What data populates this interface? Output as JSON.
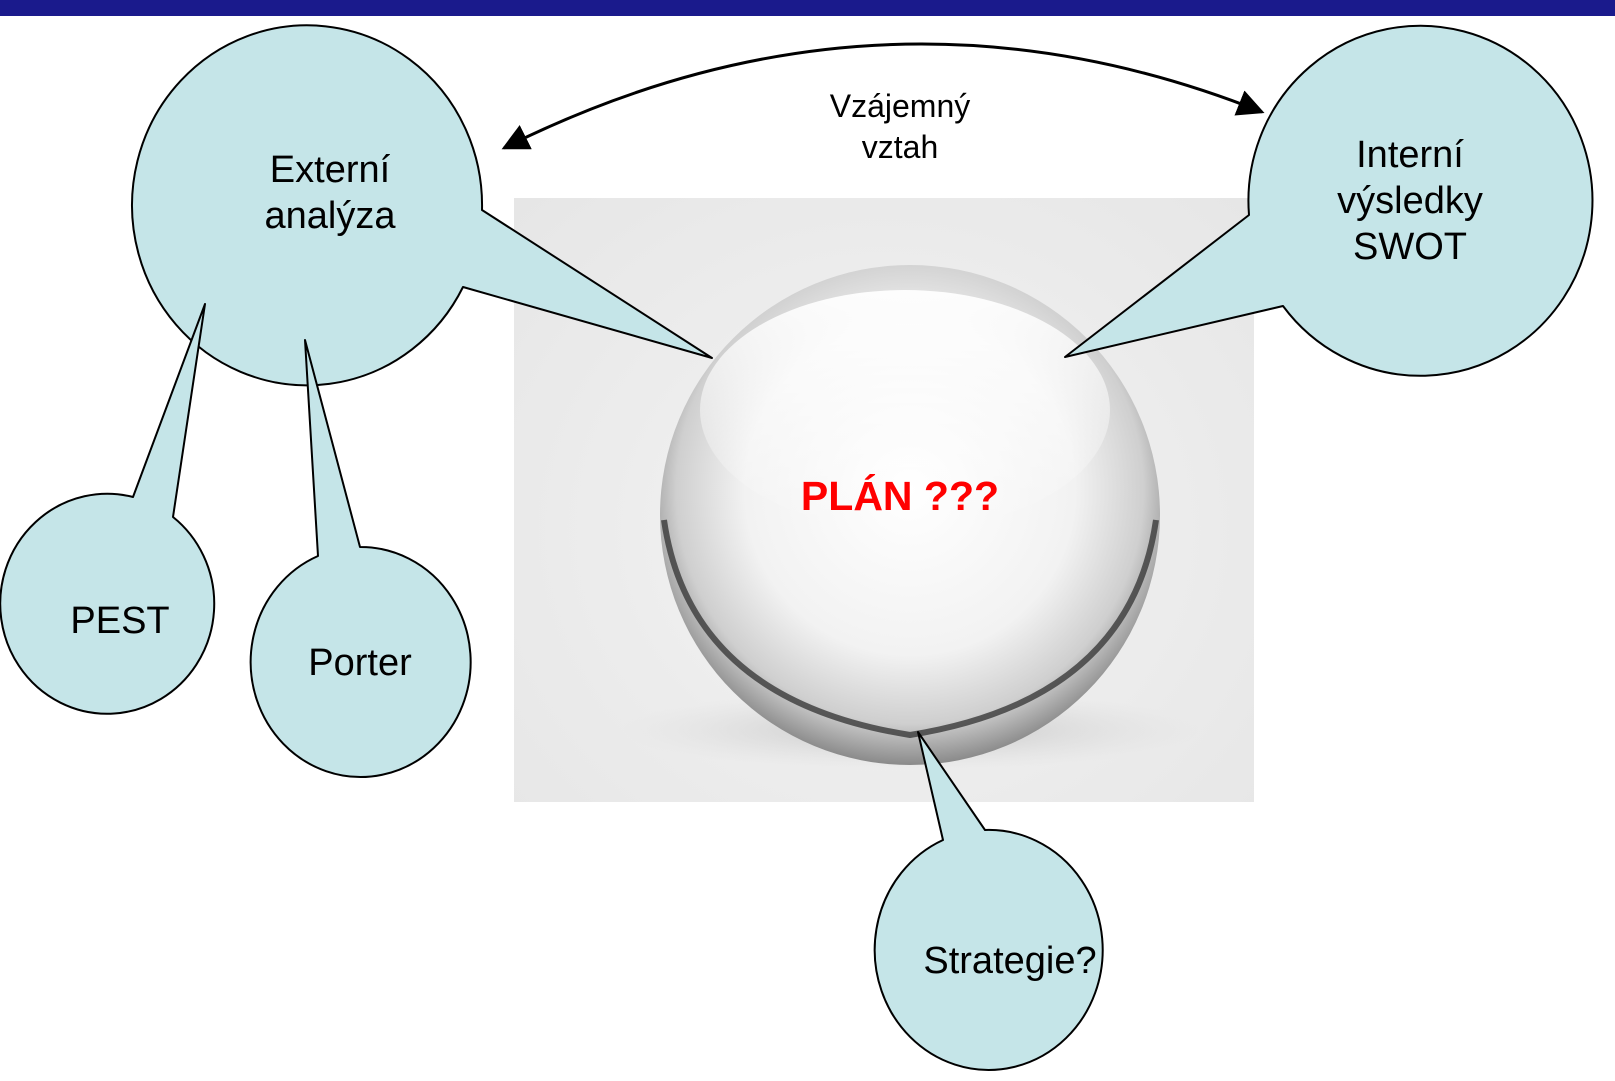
{
  "colors": {
    "header_bar": "#1a1a8c",
    "bubble_fill": "#c5e5e8",
    "bubble_stroke": "#000000",
    "plan_text": "#ff0000"
  },
  "center": {
    "label": "PLÁN ???",
    "image": "crystal-ball"
  },
  "arrow_label": {
    "line1": "Vzájemný",
    "line2": "vztah"
  },
  "bubbles": {
    "external": {
      "line1": "Externí",
      "line2": "analýza"
    },
    "internal": {
      "line1": "Interní",
      "line2": "výsledky",
      "line3": "SWOT"
    },
    "pest": "PEST",
    "porter": "Porter",
    "strategy": "Strategie?"
  }
}
